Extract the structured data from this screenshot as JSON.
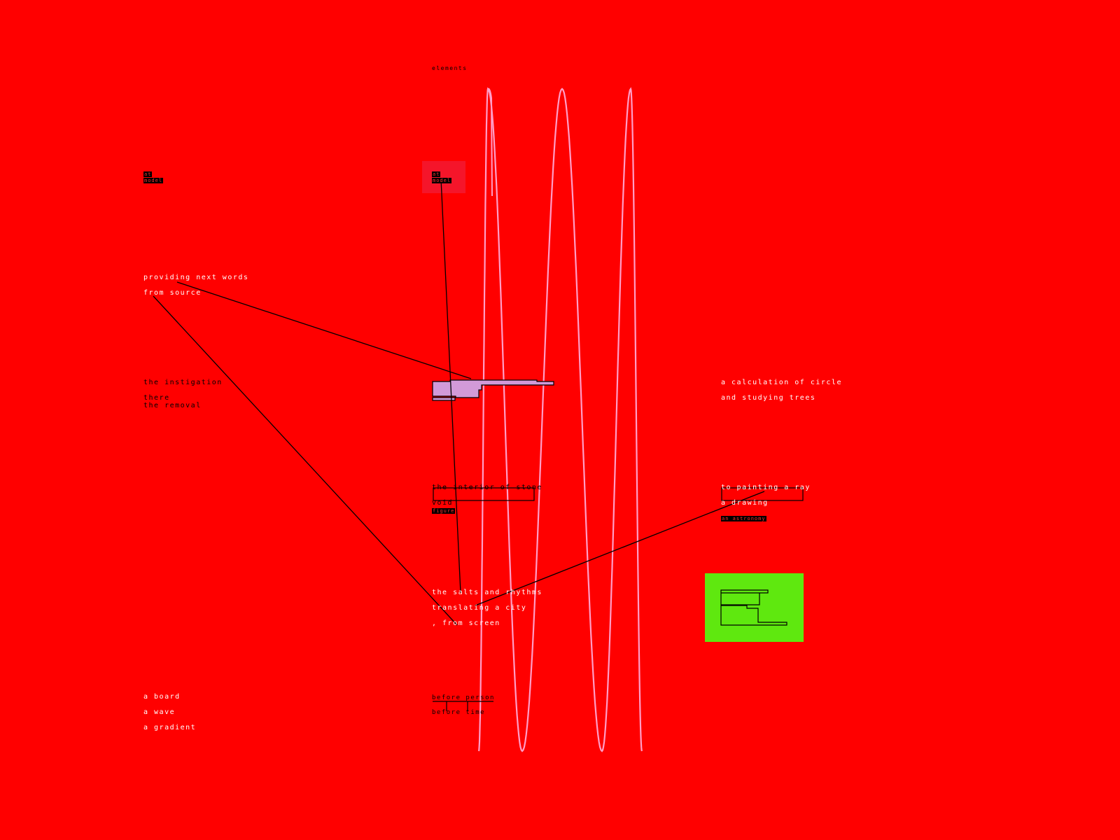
{
  "colors": {
    "background": "#ff0000",
    "wave": "#ff9ec8",
    "accent_box": "#5fe80f",
    "lilac": "#d29ad8"
  },
  "labels": {
    "top": "elements",
    "left_small": [
      "at",
      "model"
    ],
    "center_small": [
      "at",
      "model"
    ],
    "providing": [
      "providing next words",
      "from source"
    ],
    "instigation": [
      "the instigation",
      "there",
      "the removal"
    ],
    "calculation": [
      "a calculation of circle",
      "and studying trees"
    ],
    "interior": [
      "the interior of stone",
      "void",
      "figure"
    ],
    "painting": [
      "to painting a ray",
      "a drawing",
      "an astronomy"
    ],
    "salts": [
      "the salts and rhythms",
      "translating a city",
      ", from screen"
    ],
    "board": [
      "a board",
      "a wave",
      "a gradient"
    ],
    "before": [
      "before person",
      "before time"
    ]
  }
}
